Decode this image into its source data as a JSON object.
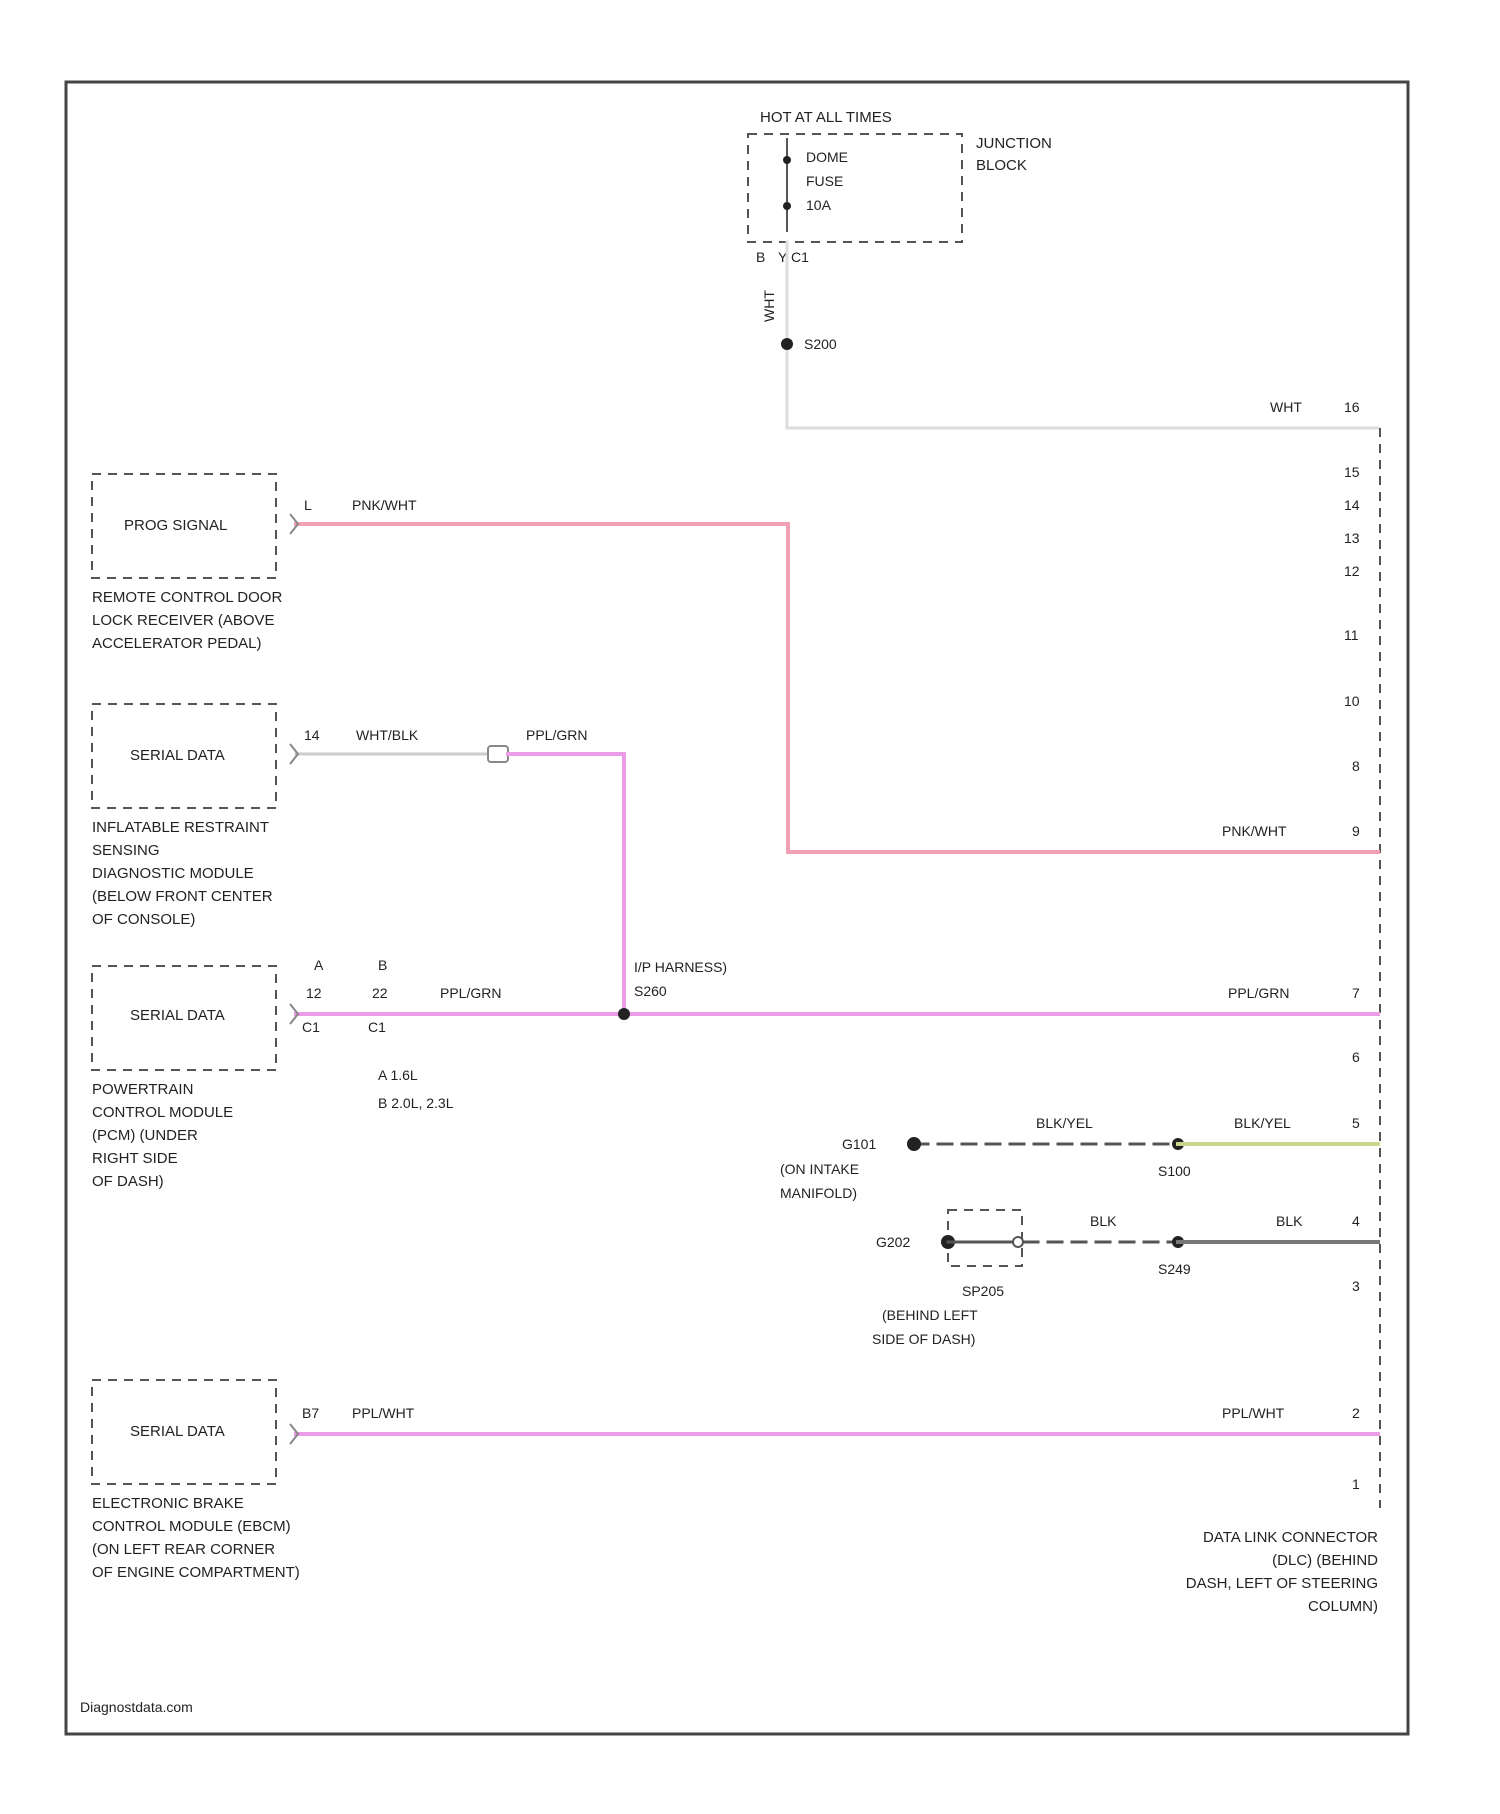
{
  "colors": {
    "pink": "#f2a0b4",
    "violet": "#ec9ce6",
    "white_wire": "#dddddd",
    "yel_green": "#c8d888",
    "black_wire": "#777777",
    "frame": "#444444"
  },
  "power": {
    "header": "HOT AT ALL TIMES",
    "fuse_lines": [
      "DOME",
      "FUSE",
      "10A"
    ],
    "fuse_pin": "B",
    "fuse_conn": "Y C1",
    "junction": [
      "JUNCTION",
      "BLOCK"
    ],
    "wire_color": "WHT",
    "splice": "S200",
    "dlc_wire": "WHT",
    "dlc_pin": "16"
  },
  "components": [
    {
      "name": "PROG SIGNAL",
      "caption": [
        "REMOTE CONTROL DOOR",
        "LOCK RECEIVER (ABOVE",
        "ACCELERATOR PEDAL)"
      ]
    },
    {
      "name": "SERIAL DATA",
      "caption": [
        "INFLATABLE RESTRAINT",
        "SENSING",
        "DIAGNOSTIC MODULE",
        "(BELOW FRONT CENTER",
        "OF CONSOLE)"
      ]
    },
    {
      "name": "SERIAL DATA",
      "caption": [
        "POWERTRAIN",
        "CONTROL MODULE",
        "(PCM) (UNDER",
        "RIGHT SIDE",
        "OF DASH)"
      ]
    },
    {
      "name": "SERIAL DATA",
      "caption": [
        "ELECTRONIC BRAKE",
        "CONTROL MODULE (EBCM)",
        "(ON LEFT REAR CORNER",
        "OF ENGINE COMPARTMENT)"
      ]
    }
  ],
  "wires": {
    "prog": {
      "pin": "L",
      "color_left": "PNK/WHT",
      "color_right": "PNK/WHT",
      "dlc_pin": "9"
    },
    "sdm": {
      "pin": "14",
      "color_left": "WHT/BLK",
      "color_right": "PPL/GRN"
    },
    "pcm": {
      "pin_a": "12",
      "pin_b": "22",
      "conn_a": "C1",
      "conn_b": "C1",
      "col_a": "A",
      "col_b": "B",
      "color": "PPL/GRN",
      "splice": [
        "I/P HARNESS)",
        "S260"
      ],
      "dlc_color": "PPL/GRN",
      "dlc_pin": "7",
      "notes": [
        "A  1.6L",
        "B  2.0L, 2.3L"
      ]
    },
    "ebcm": {
      "pin": "B7",
      "color_left": "PPL/WHT",
      "color_right": "PPL/WHT",
      "dlc_pin": "2"
    }
  },
  "grounds": {
    "g1": {
      "ground": "G101",
      "location": [
        "(ON INTAKE",
        "MANIFOLD)"
      ],
      "color_left": "BLK/YEL",
      "splice": "S100",
      "color_right": "BLK/YEL",
      "dlc_pin": "5"
    },
    "g2": {
      "ground": "G202",
      "location": [
        "SP205",
        "(BEHIND LEFT",
        "SIDE OF DASH)"
      ],
      "color_left": "BLK",
      "splice": "S249",
      "color_right": "BLK",
      "dlc_pin": "4"
    }
  },
  "dlc": {
    "unused_pins": [
      "15",
      "14",
      "13",
      "12",
      "11",
      "10",
      "8",
      "6",
      "3",
      "1"
    ],
    "caption": [
      "DATA LINK CONNECTOR",
      "(DLC) (BEHIND",
      "DASH, LEFT OF STEERING",
      "COLUMN)"
    ]
  },
  "watermark": "Diagnostdata.com"
}
